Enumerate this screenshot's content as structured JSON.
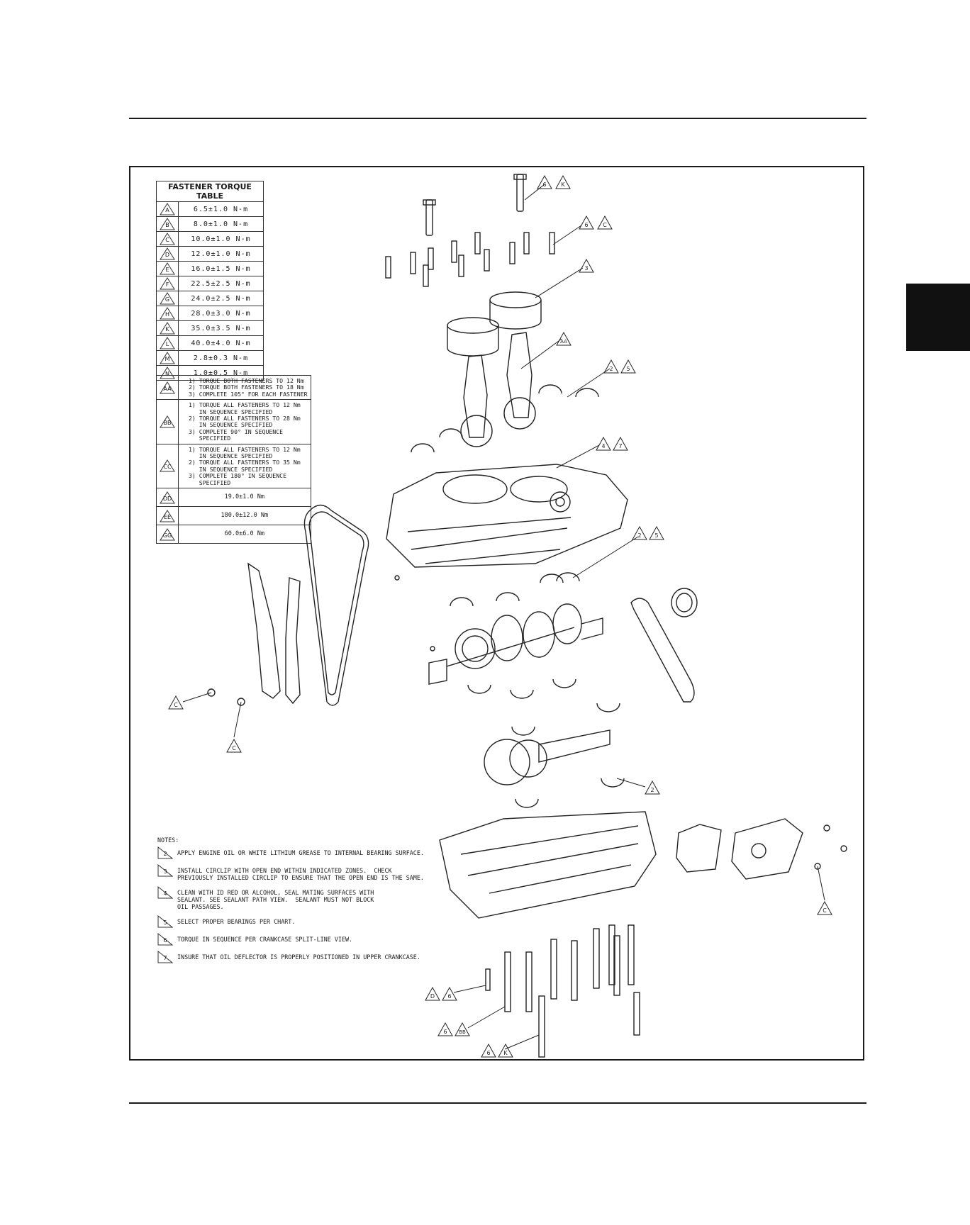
{
  "torque_table": {
    "title": "FASTENER TORQUE TABLE",
    "rows": [
      {
        "key": "A",
        "value": "6.5±1.0 N-m"
      },
      {
        "key": "B",
        "value": "8.0±1.0 N-m"
      },
      {
        "key": "C",
        "value": "10.0±1.0 N-m"
      },
      {
        "key": "D",
        "value": "12.0±1.0 N-m"
      },
      {
        "key": "E",
        "value": "16.0±1.5 N-m"
      },
      {
        "key": "F",
        "value": "22.5±2.5 N-m"
      },
      {
        "key": "G",
        "value": "24.0±2.5 N-m"
      },
      {
        "key": "H",
        "value": "28.0±3.0 N-m"
      },
      {
        "key": "K",
        "value": "35.0±3.5 N-m"
      },
      {
        "key": "L",
        "value": "40.0±4.0 N-m"
      },
      {
        "key": "M",
        "value": "2.8±0.3 N-m"
      },
      {
        "key": "N",
        "value": "1.0±0.5 N-m"
      }
    ],
    "sequences": [
      {
        "key": "AA",
        "text": "1) TORQUE BOTH FASTENERS TO 12 Nm\n2) TORQUE BOTH FASTENERS TO 18 Nm\n3) COMPLETE 105° FOR EACH FASTENER"
      },
      {
        "key": "BB",
        "text": "1) TORQUE ALL FASTENERS TO 12 Nm\n   IN SEQUENCE SPECIFIED\n2) TORQUE ALL FASTENERS TO 28 Nm\n   IN SEQUENCE SPECIFIED\n3) COMPLETE 90° IN SEQUENCE\n   SPECIFIED"
      },
      {
        "key": "CC",
        "text": "1) TORQUE ALL FASTENERS TO 12 Nm\n   IN SEQUENCE SPECIFIED\n2) TORQUE ALL FASTENERS TO 35 Nm\n   IN SEQUENCE SPECIFIED\n3) COMPLETE 180° IN SEQUENCE\n   SPECIFIED"
      }
    ],
    "extra": [
      {
        "key": "DD",
        "value": "19.0±1.0 Nm"
      },
      {
        "key": "EE",
        "value": "180.0±12.0 Nm"
      },
      {
        "key": "GG",
        "value": "60.0±6.0 Nm"
      }
    ]
  },
  "notes": {
    "title": "NOTES:",
    "items": [
      {
        "key": "2",
        "text": "APPLY ENGINE OIL OR WHITE LITHIUM GREASE TO INTERNAL BEARING SURFACE."
      },
      {
        "key": "3",
        "text": "INSTALL CIRCLIP WITH OPEN END WITHIN INDICATED ZONES.  CHECK\nPREVIOUSLY INSTALLED CIRCLIP TO ENSURE THAT THE OPEN END IS THE SAME."
      },
      {
        "key": "4",
        "text": "CLEAN WITH ID RED OR ALCOHOL, SEAL MATING SURFACES WITH\nSEALANT. SEE SEALANT PATH VIEW.  SEALANT MUST NOT BLOCK\nOIL PASSAGES."
      },
      {
        "key": "5",
        "text": "SELECT PROPER BEARINGS PER CHART."
      },
      {
        "key": "6",
        "text": "TORQUE IN SEQUENCE PER CRANKCASE SPLIT-LINE VIEW."
      },
      {
        "key": "7",
        "text": "INSURE THAT OIL DEFLECTOR IS PROPERLY POSITIONED IN UPPER CRANKCASE."
      }
    ]
  },
  "callouts": [
    {
      "id": "c1",
      "labels": [
        "6",
        "K"
      ]
    },
    {
      "id": "c2",
      "labels": [
        "6",
        "C"
      ]
    },
    {
      "id": "c3",
      "labels": [
        "3"
      ]
    },
    {
      "id": "c4",
      "labels": [
        "AA"
      ]
    },
    {
      "id": "c5",
      "labels": [
        "2",
        "5"
      ]
    },
    {
      "id": "c6",
      "labels": [
        "4",
        "7"
      ]
    },
    {
      "id": "c7",
      "labels": [
        "2",
        "5"
      ]
    },
    {
      "id": "c8",
      "labels": [
        "C"
      ]
    },
    {
      "id": "c9",
      "labels": [
        "C"
      ]
    },
    {
      "id": "c10",
      "labels": [
        "2"
      ]
    },
    {
      "id": "c11",
      "labels": [
        "C"
      ]
    },
    {
      "id": "c12",
      "labels": [
        "D",
        "6"
      ]
    },
    {
      "id": "c13",
      "labels": [
        "6",
        "BB"
      ]
    },
    {
      "id": "c14",
      "labels": [
        "6",
        "K"
      ]
    }
  ]
}
